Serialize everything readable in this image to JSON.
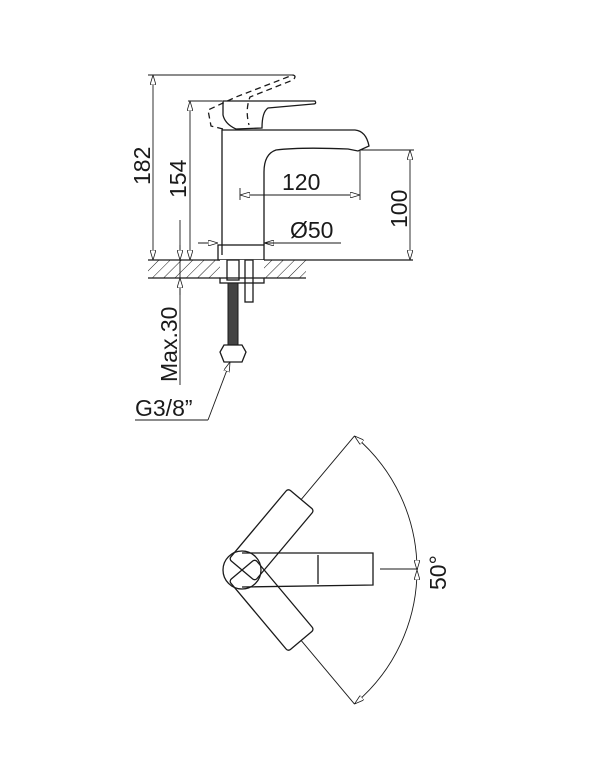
{
  "drawing": {
    "side_view": {
      "dimensions": {
        "overall_height_lever_raised": "182",
        "body_height": "154",
        "spout_reach": "120",
        "spout_height": "100",
        "base_diameter": "Ø50",
        "max_deck_thickness": "Max.30",
        "connection_thread": "G3/8”"
      }
    },
    "top_view": {
      "dimensions": {
        "lever_rotation_angle": "50°"
      }
    },
    "line_color": "#1a1a1a"
  }
}
